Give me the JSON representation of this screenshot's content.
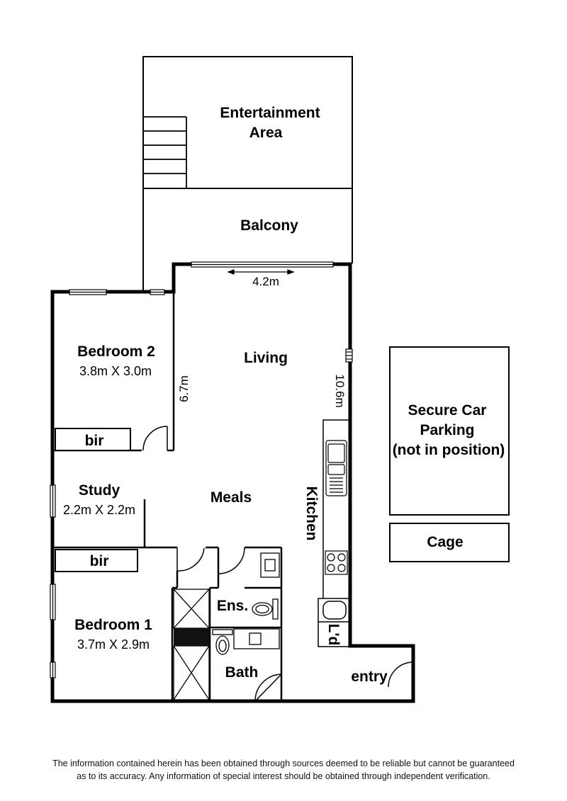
{
  "rooms": {
    "entertainment_line1": "Entertainment",
    "entertainment_line2": "Area",
    "balcony": "Balcony",
    "living": "Living",
    "meals": "Meals",
    "kitchen": "Kitchen",
    "bedroom2": "Bedroom 2",
    "bedroom2_size": "3.8m X 3.0m",
    "study": "Study",
    "study_size": "2.2m X 2.2m",
    "bedroom1": "Bedroom 1",
    "bedroom1_size": "3.7m X 2.9m",
    "bir_upper": "bir",
    "bir_lower": "bir",
    "ensuite": "Ens.",
    "bath": "Bath",
    "laundry": "L'd",
    "entry": "entry",
    "parking_line1": "Secure Car",
    "parking_line2": "Parking",
    "parking_line3": "(not in position)",
    "cage": "Cage"
  },
  "dimensions": {
    "width_living": "4.2m",
    "height_left": "6.7m",
    "height_right": "10.6m"
  },
  "disclaimer": {
    "line1": "The information contained herein has been obtained through sources deemed to be reliable but cannot be guaranteed",
    "line2": "as to its accuracy.  Any information of special interest should be obtained through independent verification."
  }
}
